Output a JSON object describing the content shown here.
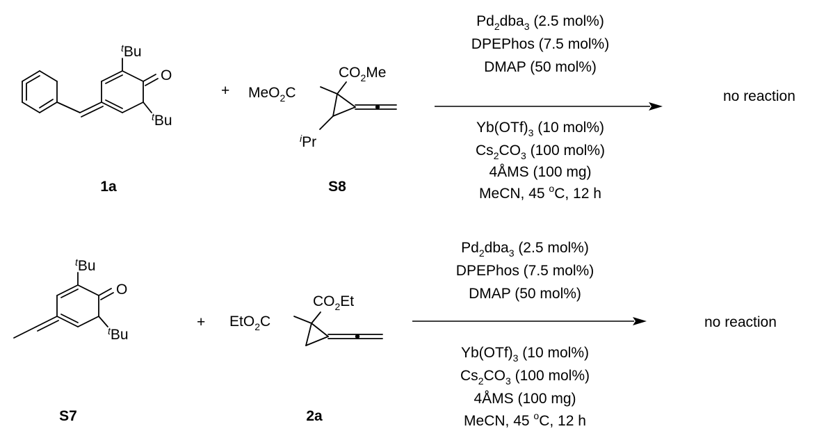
{
  "reactions": [
    {
      "substrate_label": "1a",
      "partner_label": "S8",
      "plus": "+",
      "atoms": {
        "substrate_tbu_top": [
          "t",
          "Bu"
        ],
        "substrate_tbu_bottom": [
          "t",
          "Bu"
        ],
        "substrate_oxygen": "O",
        "partner_ester_left": [
          "MeO",
          "2",
          "C"
        ],
        "partner_ester_top": [
          "CO",
          "2",
          "Me"
        ],
        "partner_substituent": [
          "i",
          "Pr"
        ]
      },
      "conditions_above": [
        [
          "Pd",
          "2",
          "dba",
          "3",
          " (2.5 mol%)"
        ],
        [
          "DPEPhos (7.5 mol%)"
        ],
        [
          "DMAP (50 mol%)"
        ]
      ],
      "conditions_below": [
        [
          "Yb(OTf)",
          "3",
          " (10 mol%)"
        ],
        [
          "Cs",
          "2",
          "CO",
          "3",
          " (100 mol%)"
        ],
        [
          "4ÅMS (100 mg)"
        ],
        [
          "MeCN, 45 ",
          "o",
          "C, 12 h"
        ]
      ],
      "result": "no reaction"
    },
    {
      "substrate_label": "S7",
      "partner_label": "2a",
      "plus": "+",
      "atoms": {
        "substrate_tbu_top": [
          "t",
          "Bu"
        ],
        "substrate_tbu_bottom": [
          "t",
          "Bu"
        ],
        "substrate_oxygen": "O",
        "partner_ester_left": [
          "EtO",
          "2",
          "C"
        ],
        "partner_ester_top": [
          "CO",
          "2",
          "Et"
        ]
      },
      "conditions_above": [
        [
          "Pd",
          "2",
          "dba",
          "3",
          " (2.5 mol%)"
        ],
        [
          "DPEPhos (7.5 mol%)"
        ],
        [
          "DMAP (50 mol%)"
        ]
      ],
      "conditions_below": [
        [
          "Yb(OTf)",
          "3",
          " (10 mol%)"
        ],
        [
          "Cs",
          "2",
          "CO",
          "3",
          " (100 mol%)"
        ],
        [
          "4ÅMS (100 mg)"
        ],
        [
          "MeCN, 45 ",
          "o",
          "C, 12 h"
        ]
      ],
      "result": "no reaction"
    }
  ]
}
